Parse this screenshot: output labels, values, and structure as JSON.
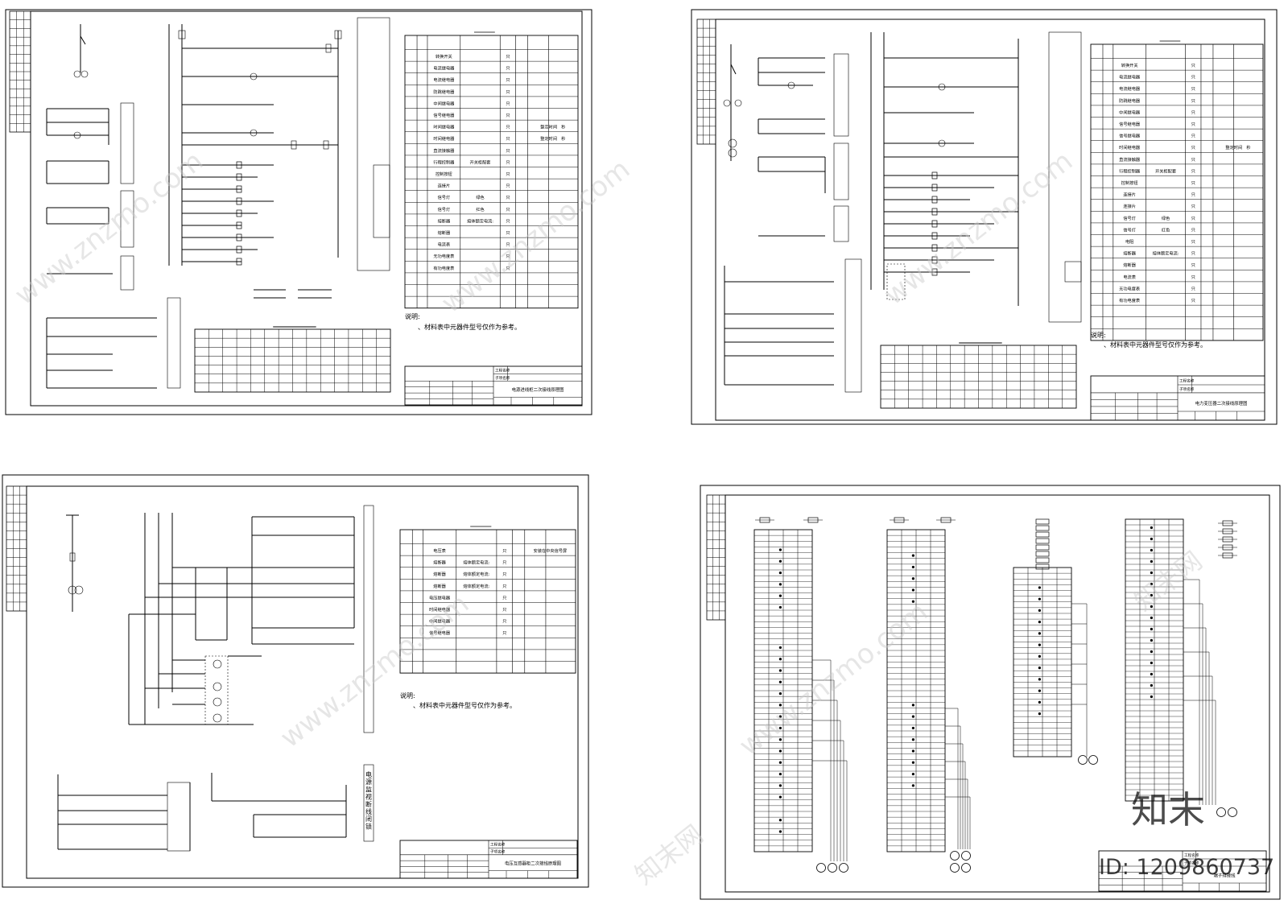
{
  "sheets": [
    {
      "id": "sheet1",
      "note_title": "说明:",
      "note_text": "、材料表中元器件型号仅作为参考。",
      "title_block": {
        "project": "工程名称",
        "sub": "子项名称",
        "drawing": "电源进线柜二次接线原理图"
      },
      "materials": [
        {
          "name": "转换开关",
          "spec": "",
          "unit": "只",
          "note": ""
        },
        {
          "name": "电流继电器",
          "spec": "",
          "unit": "只",
          "note": ""
        },
        {
          "name": "电流继电器",
          "spec": "",
          "unit": "只",
          "note": ""
        },
        {
          "name": "防跳继电器",
          "spec": "",
          "unit": "只",
          "note": ""
        },
        {
          "name": "中间继电器",
          "spec": "",
          "unit": "只",
          "note": ""
        },
        {
          "name": "信号继电器",
          "spec": "",
          "unit": "只",
          "note": ""
        },
        {
          "name": "时间继电器",
          "spec": "",
          "unit": "只",
          "note": "整定时间　秒"
        },
        {
          "name": "时间继电器",
          "spec": "",
          "unit": "只",
          "note": "整定时间　秒"
        },
        {
          "name": "直流接触器",
          "spec": "",
          "unit": "只",
          "note": ""
        },
        {
          "name": "行程控制器",
          "spec": "开关柜配套",
          "unit": "只",
          "note": ""
        },
        {
          "name": "控制按钮",
          "spec": "",
          "unit": "只",
          "note": ""
        },
        {
          "name": "连接片",
          "spec": "",
          "unit": "只",
          "note": ""
        },
        {
          "name": "信号灯",
          "spec": "绿色",
          "unit": "只",
          "note": ""
        },
        {
          "name": "信号灯",
          "spec": "红色",
          "unit": "只",
          "note": ""
        },
        {
          "name": "熔断器",
          "spec": "熔体额定电流:",
          "unit": "只",
          "note": ""
        },
        {
          "name": "熔断器",
          "spec": "",
          "unit": "只",
          "note": ""
        },
        {
          "name": "电流表",
          "spec": "",
          "unit": "只",
          "note": ""
        },
        {
          "name": "无功电度表",
          "spec": "",
          "unit": "只",
          "note": ""
        },
        {
          "name": "有功电度表",
          "spec": "",
          "unit": "只",
          "note": ""
        }
      ]
    },
    {
      "id": "sheet2",
      "note_title": "说明:",
      "note_text": "、材料表中元器件型号仅作为参考。",
      "title_block": {
        "project": "工程名称",
        "sub": "子项名称",
        "drawing": "电力变压器二次接线原理图"
      },
      "materials": [
        {
          "name": "转换开关",
          "spec": "",
          "unit": "只",
          "note": ""
        },
        {
          "name": "电流继电器",
          "spec": "",
          "unit": "只",
          "note": ""
        },
        {
          "name": "电流继电器",
          "spec": "",
          "unit": "只",
          "note": ""
        },
        {
          "name": "防跳继电器",
          "spec": "",
          "unit": "只",
          "note": ""
        },
        {
          "name": "中间继电器",
          "spec": "",
          "unit": "只",
          "note": ""
        },
        {
          "name": "信号继电器",
          "spec": "",
          "unit": "只",
          "note": ""
        },
        {
          "name": "信号继电器",
          "spec": "",
          "unit": "只",
          "note": ""
        },
        {
          "name": "时间继电器",
          "spec": "",
          "unit": "只",
          "note": "整定时间　秒"
        },
        {
          "name": "直流接触器",
          "spec": "",
          "unit": "只",
          "note": ""
        },
        {
          "name": "行程控制器",
          "spec": "开关柜配套",
          "unit": "只",
          "note": ""
        },
        {
          "name": "控制按钮",
          "spec": "",
          "unit": "只",
          "note": ""
        },
        {
          "name": "连接片",
          "spec": "",
          "unit": "只",
          "note": ""
        },
        {
          "name": "连接片",
          "spec": "",
          "unit": "只",
          "note": ""
        },
        {
          "name": "信号灯",
          "spec": "绿色",
          "unit": "只",
          "note": ""
        },
        {
          "name": "信号灯",
          "spec": "红色",
          "unit": "只",
          "note": ""
        },
        {
          "name": "电阻",
          "spec": "",
          "unit": "只",
          "note": ""
        },
        {
          "name": "熔断器",
          "spec": "熔体额定电流:",
          "unit": "只",
          "note": ""
        },
        {
          "name": "熔断器",
          "spec": "",
          "unit": "只",
          "note": ""
        },
        {
          "name": "电流表",
          "spec": "",
          "unit": "只",
          "note": ""
        },
        {
          "name": "无功电度表",
          "spec": "",
          "unit": "只",
          "note": ""
        },
        {
          "name": "有功电度表",
          "spec": "",
          "unit": "只",
          "note": ""
        }
      ]
    },
    {
      "id": "sheet3",
      "note_title": "说明:",
      "note_text": "、材料表中元器件型号仅作为参考。",
      "title_block": {
        "project": "工程名称",
        "sub": "子项名称",
        "drawing": "电压互感器柜二次接线原理图"
      },
      "vertical_label": "电源监视断线闭锁",
      "materials": [
        {
          "name": "电压表",
          "spec": "",
          "unit": "只",
          "note": "安装在中央信号屏"
        },
        {
          "name": "熔断器",
          "spec": "熔体额定电流:",
          "unit": "只",
          "note": ""
        },
        {
          "name": "熔断器",
          "spec": "熔体额定电流:",
          "unit": "只",
          "note": ""
        },
        {
          "name": "熔断器",
          "spec": "熔体额定电流:",
          "unit": "只",
          "note": ""
        },
        {
          "name": "电压继电器",
          "spec": "",
          "unit": "只",
          "note": ""
        },
        {
          "name": "时间继电器",
          "spec": "",
          "unit": "只",
          "note": ""
        },
        {
          "name": "中间继电器",
          "spec": "",
          "unit": "只",
          "note": ""
        },
        {
          "name": "信号继电器",
          "spec": "",
          "unit": "只",
          "note": ""
        }
      ]
    },
    {
      "id": "sheet4",
      "title_block": {
        "project": "工程名称",
        "sub": "子项名称",
        "drawing": "端子排接线"
      }
    }
  ],
  "watermark": {
    "site": "www.znzmo.com",
    "brand": "知末网",
    "logo": "知末",
    "id_text": "ID: 1209860737"
  }
}
